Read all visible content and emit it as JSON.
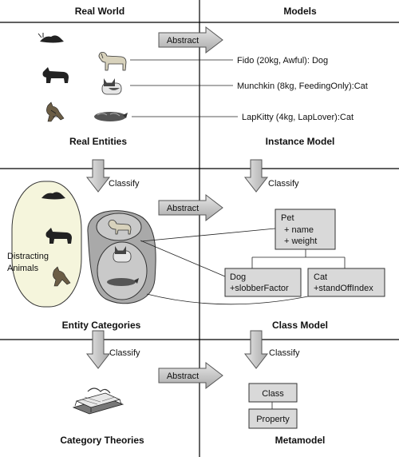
{
  "columns": {
    "left": "Real World",
    "right": "Models"
  },
  "row1": {
    "arrow_label": "Abstract",
    "instances": [
      "Fido (20kg, Awful): Dog",
      "Munchkin (8kg, FeedingOnly):Cat",
      "LapKitty (4kg, LapLover):Cat"
    ],
    "left_title": "Real Entities",
    "right_title": "Instance Model"
  },
  "row2": {
    "classify_label": "Classify",
    "arrow_label": "Abstract",
    "distracting_label": [
      "Distracting",
      "Animals"
    ],
    "left_title": "Entity Categories",
    "right_title": "Class Model",
    "pet": {
      "name": "Pet",
      "attrs": [
        "+ name",
        "+ weight"
      ]
    },
    "dog": {
      "name": "Dog",
      "attrs": [
        "+slobberFactor"
      ]
    },
    "cat": {
      "name": "Cat",
      "attrs": [
        "+standOffIndex"
      ]
    }
  },
  "row3": {
    "classify_label": "Classify",
    "arrow_label": "Abstract",
    "left_title": "Category Theories",
    "right_title": "Metamodel",
    "meta_boxes": [
      "Class",
      "Property"
    ]
  },
  "icons": {
    "snail": "snail-icon",
    "dog": "dog-icon",
    "scottie": "scottie-dog-icon",
    "cat": "cat-icon",
    "kitten": "kitten-icon",
    "tabby": "lying-cat-icon",
    "book": "book-icon"
  }
}
